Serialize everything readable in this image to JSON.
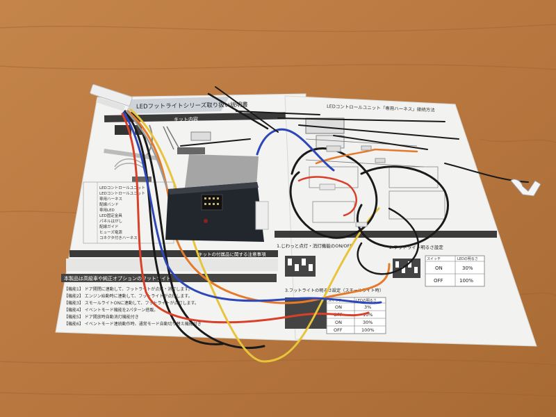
{
  "photo": {
    "colors": {
      "table": "#b8773f",
      "paper": "#f3f3f1",
      "module": "#22262d",
      "wire_black": "#1a1a1a",
      "wire_blue": "#2d46b8",
      "wire_red": "#d8402a",
      "wire_orange": "#e47a2a",
      "wire_yellow": "#e8c43a",
      "wire_gray": "#9a9a9a"
    },
    "left_sheet": {
      "title": "LEDフットライトシリーズ取り扱い説明書",
      "kit_header": "キット内容",
      "parts": [
        "LEDコントロールユニット",
        "LEDコントロールユニット",
        "専用ハーネス",
        "配線バンド",
        "専用LED",
        "LED固定金具",
        "パネルはがし",
        "配線ガイド",
        "ヒューズ電源",
        "コネクタ付きハーネス"
      ],
      "notice_header": "キットの付属品に関する注意事項",
      "feature_header": "本製品は高級車や純正オプションのフットライト",
      "features": [
        "【機能1】 ドア開閉に連動して、フットライトが点灯・消灯します。",
        "【機能2】 エンジン始動時に連動して、フットライトが点灯します。",
        "【機能3】 スモールライトONに連動して、フットライトが点灯します。",
        "【機能4】 イベントモード機能を2パターン搭載。",
        "【機能5】 ドア開放時自動消灯機能付き",
        "【機能6】 イベントモード連続動作時、通常モード自動切り替え機能付き"
      ]
    },
    "right_sheet": {
      "header": "LEDコントロールユニット「専用ハーネス」接続方法",
      "section1": "1.じわっと点灯・消灯機能のON/OFF",
      "section2": "2.フットライト明るさ設定",
      "section3": "3.フットライトの明るさ設定（スモールライト時）",
      "col_switch": "スイッチ",
      "col_brightness": "LEDの明るさ",
      "table_a": [
        {
          "state": "ON",
          "value": "30%"
        },
        {
          "state": "OFF",
          "value": "100%"
        }
      ],
      "table_b": [
        {
          "state": "ON",
          "value": "3%"
        },
        {
          "state": "OFF",
          "value": "10%"
        },
        {
          "state": "ON",
          "value": "30%"
        },
        {
          "state": "OFF",
          "value": "100%"
        }
      ]
    }
  }
}
